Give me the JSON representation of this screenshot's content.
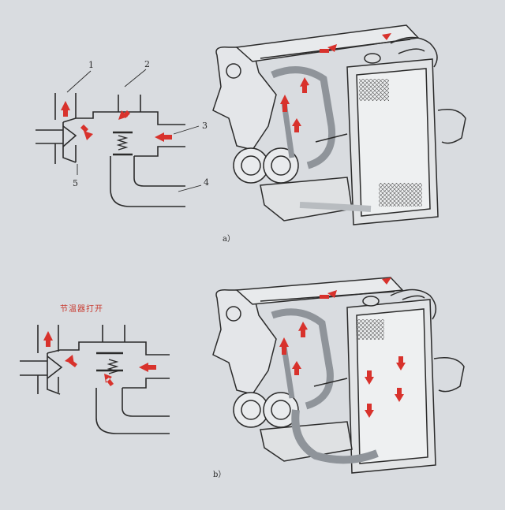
{
  "labels": {
    "part_1": "1",
    "part_2": "2",
    "part_3": "3",
    "part_4": "4",
    "part_5": "5",
    "state_a": "a）",
    "state_b": "b）",
    "thermostat_open": "节温器打开"
  },
  "colors": {
    "background": "#d9dce0",
    "line": "#2b2b2b",
    "arrow": "#d8322c",
    "hose": "#8f949a",
    "label_red": "#c8392e"
  }
}
